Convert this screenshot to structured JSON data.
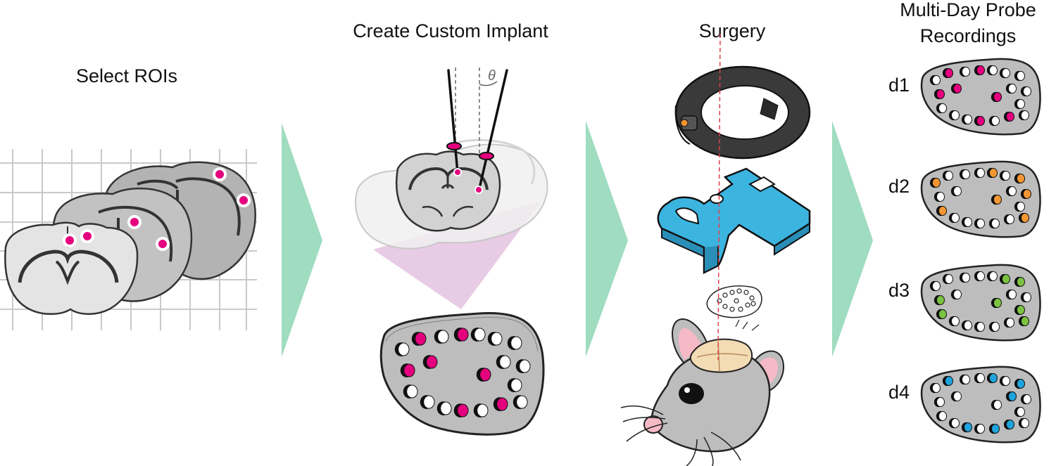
{
  "stages": [
    {
      "title": "Select ROIs"
    },
    {
      "title": "Create Custom Implant"
    },
    {
      "title": "Surgery"
    },
    {
      "title_line1": "Multi-Day Probe",
      "title_line2": "Recordings"
    }
  ],
  "angle_symbol": "θ",
  "days": [
    {
      "label": "d1",
      "color": "#e5007e"
    },
    {
      "label": "d2",
      "color": "#f39632"
    },
    {
      "label": "d3",
      "color": "#7cc242"
    },
    {
      "label": "d4",
      "color": "#1fa3dc"
    }
  ],
  "colors": {
    "roi_magenta": "#e5007e",
    "arrow": "#9fdcc0",
    "implant_blue": "#3cb4e0",
    "headstage_dark": "#3a3a3a",
    "projection_pink": "#e8cbe4",
    "brain_gray": "#cfcfcf"
  }
}
